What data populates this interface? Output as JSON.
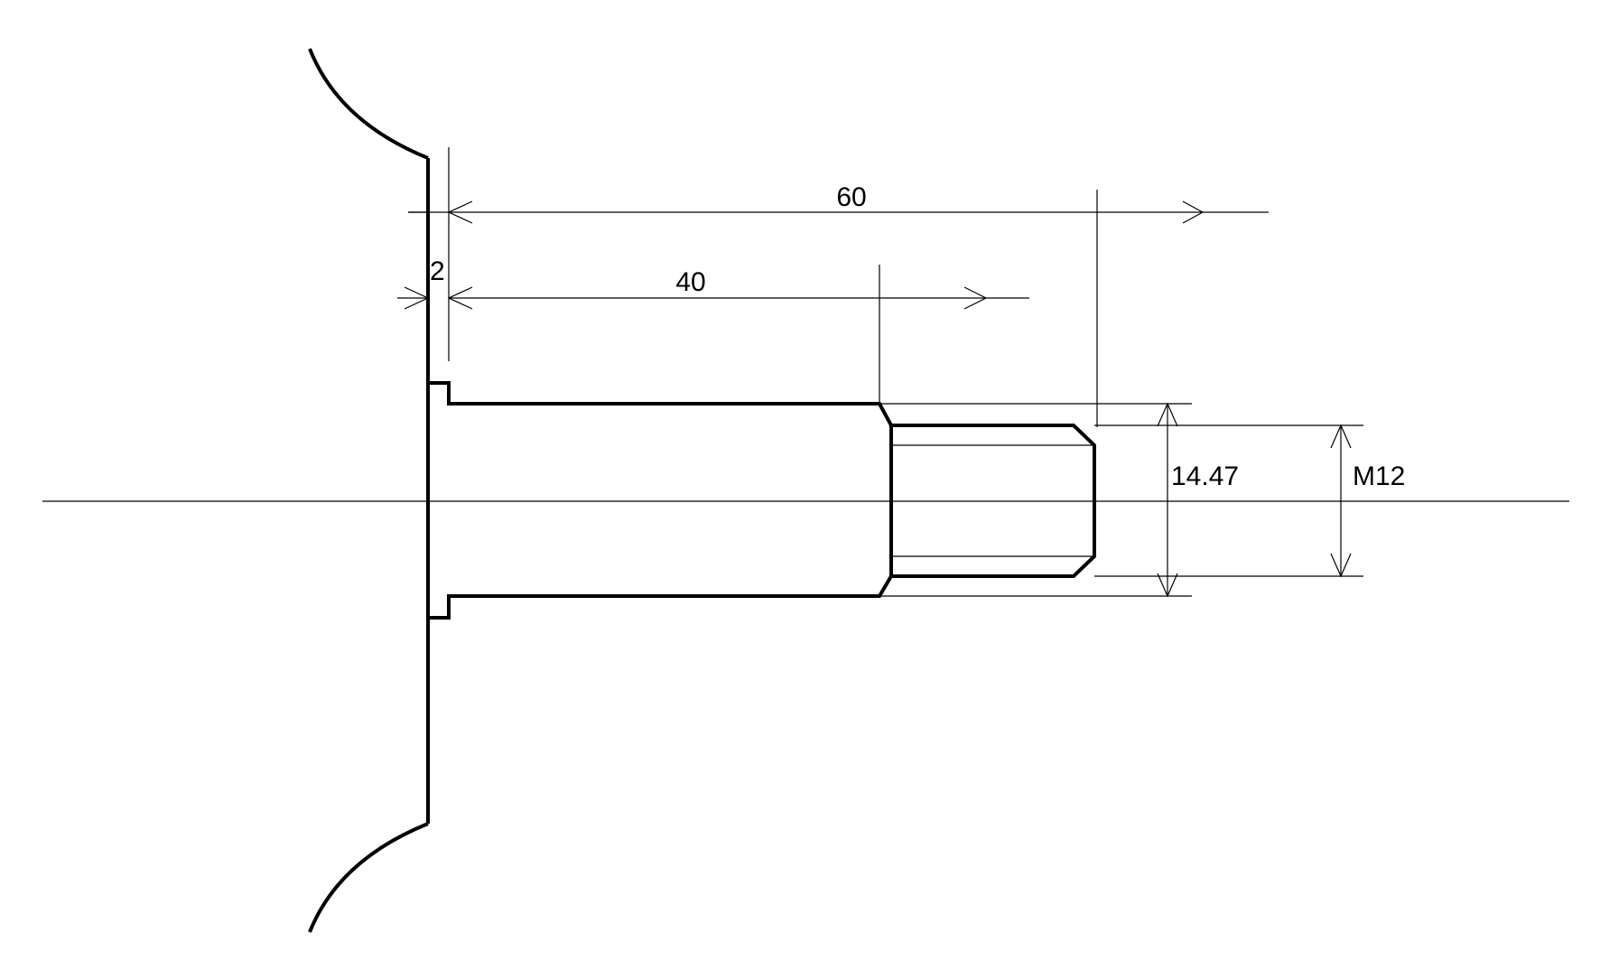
{
  "dimensions": {
    "overall_length": "60",
    "shank_length": "40",
    "flange_offset": "2",
    "shank_diameter": "14.47",
    "thread_size": "M12"
  },
  "colors": {
    "line": "#000000",
    "background": "#ffffff"
  }
}
